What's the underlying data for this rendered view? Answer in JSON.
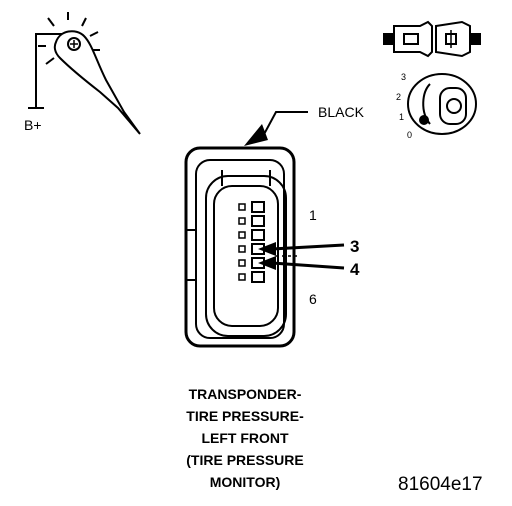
{
  "probe": {
    "label": "B+"
  },
  "connector": {
    "color_label": "BLACK",
    "pin_first": "1",
    "pin_last": "6",
    "callout_pin_a": "3",
    "callout_pin_b": "4",
    "pin_count": 6
  },
  "ignition": {
    "positions": [
      "3",
      "2",
      "1",
      "0"
    ]
  },
  "caption": {
    "lines": [
      "TRANSPONDER-",
      "TIRE PRESSURE-",
      "LEFT FRONT",
      "(TIRE PRESSURE",
      "MONITOR)"
    ]
  },
  "figure_id": "81604e17"
}
